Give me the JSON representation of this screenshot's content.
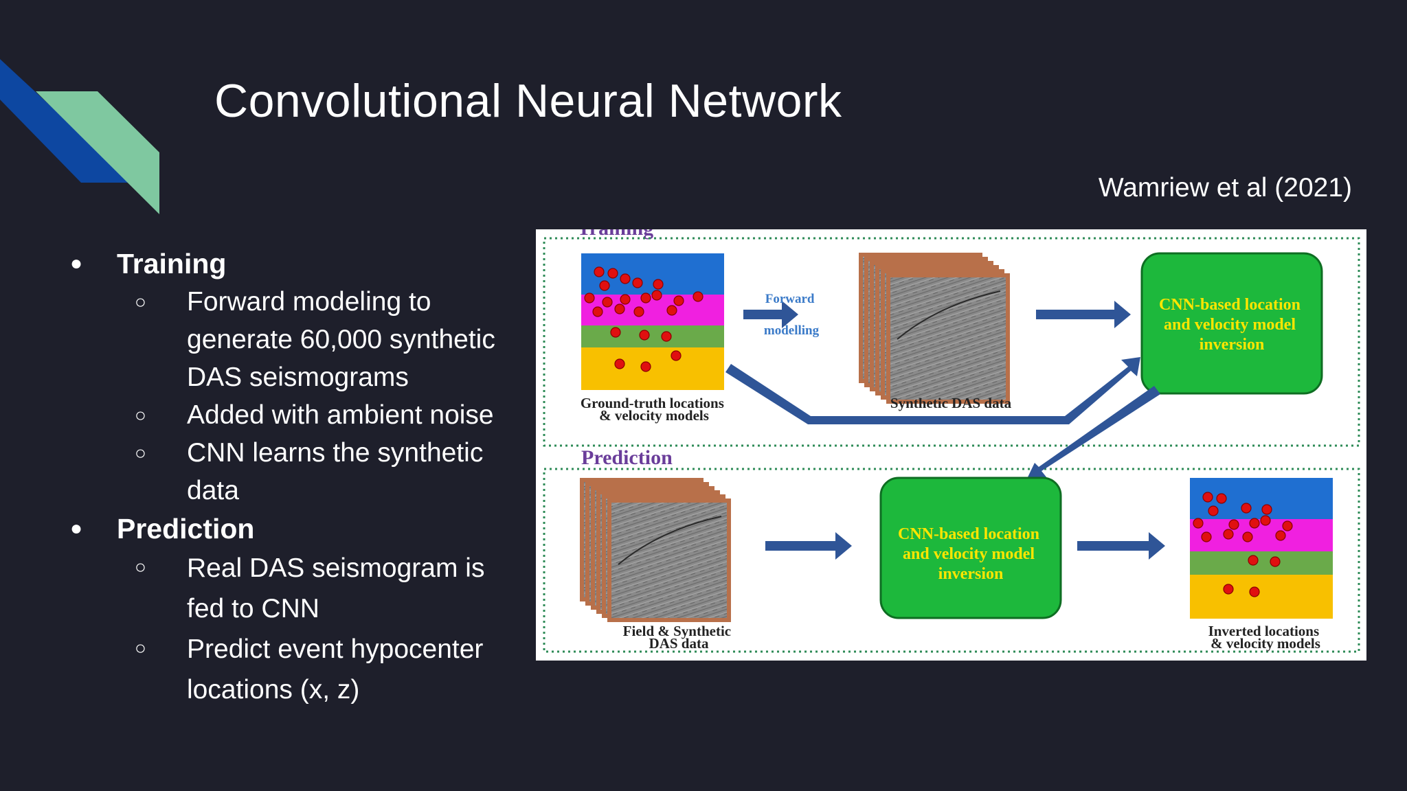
{
  "slide": {
    "title": "Convolutional Neural Network",
    "citation": "Wamriew et al (2021)",
    "bullets": [
      {
        "label": "Training",
        "subs": [
          [
            "Forward modeling to",
            "generate 60,000 synthetic",
            "DAS seismograms"
          ],
          [
            "Added with ambient noise"
          ],
          [
            "CNN learns the synthetic",
            "data"
          ]
        ]
      },
      {
        "label": "Prediction",
        "subs": [
          [
            "Real DAS seismogram is",
            "fed to CNN"
          ],
          [
            "Predict event hypocenter",
            "locations (x, z)"
          ]
        ]
      }
    ]
  },
  "figure": {
    "training_label": "Training",
    "prediction_label": "Prediction",
    "forward_label": [
      "Forward",
      "modelling"
    ],
    "ground_truth_caption": [
      "Ground-truth locations",
      "& velocity models"
    ],
    "synthetic_caption": "Synthetic DAS data",
    "cnn_box_text": [
      "CNN-based location",
      "and velocity model",
      "inversion"
    ],
    "field_caption": [
      "Field & Synthetic",
      "DAS data"
    ],
    "inverted_caption": [
      "Inverted locations",
      "& velocity models"
    ]
  },
  "colors": {
    "background": "#1e1f2b",
    "deco_blue": "#0d47a1",
    "deco_green": "#7fc8a0",
    "arrow_blue": "#2f5597",
    "cnn_green": "#1db83c",
    "cnn_text": "#ffe600",
    "panel_label": "#6a3d9a",
    "dotted_border": "#2e8b57",
    "layer_blue": "#1f6fd1",
    "layer_magenta": "#f020e0",
    "layer_green": "#6aaa4a",
    "layer_yellow": "#f8c000",
    "event_red": "#e01010",
    "seismo_frame": "#b8704a"
  }
}
